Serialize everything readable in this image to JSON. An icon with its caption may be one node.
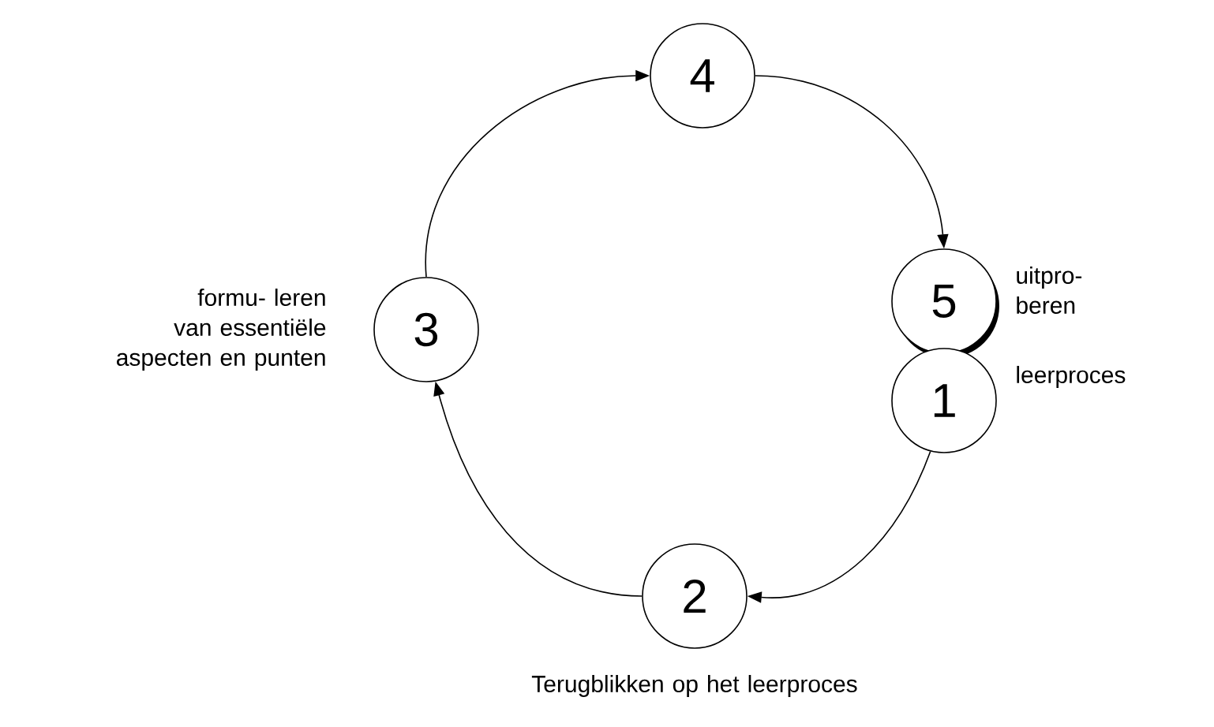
{
  "diagram": {
    "nodes": [
      {
        "text": [
          "4"
        ]
      },
      {
        "text": [
          "5"
        ],
        "beside": [
          "uitpro- beren"
        ]
      },
      {
        "text": [
          "3"
        ],
        "beside": [
          "formu- leren van essentiële aspecten en punten"
        ]
      },
      {
        "text": [
          "1"
        ],
        "beside": [
          "leerproces"
        ]
      },
      {
        "text": [
          "2"
        ],
        "beside": [
          "Terugblikken op het leerproces"
        ]
      }
    ],
    "edges": [
      {
        "from": 3,
        "to": 4,
        "arrow": "to"
      },
      {
        "from": 4,
        "to": 2,
        "arrow": "to"
      },
      {
        "from": 2,
        "to": 0,
        "arrow": "to"
      },
      {
        "from": 0,
        "to": 1,
        "arrow": "to"
      }
    ]
  }
}
